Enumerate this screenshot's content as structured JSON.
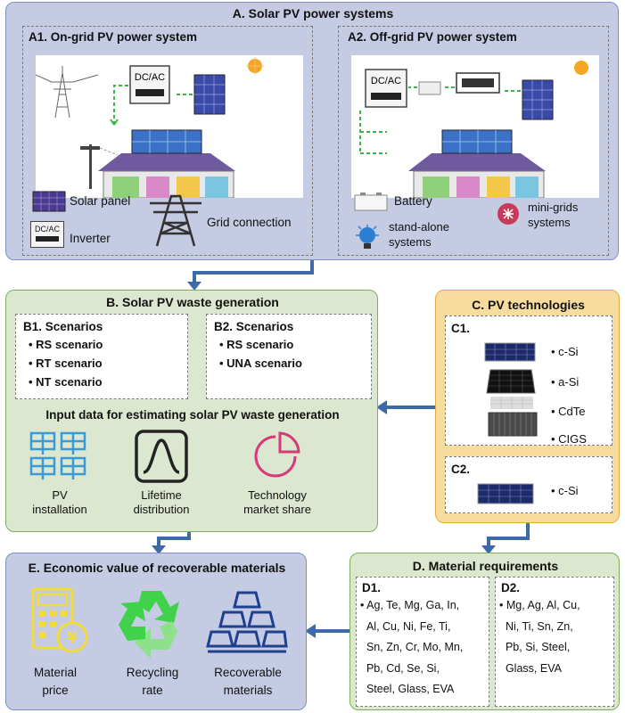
{
  "panel_a": {
    "title": "A. Solar PV power systems",
    "a1": {
      "title": "A1. On-grid PV power system",
      "dcac": "DC/AC",
      "legend": {
        "solar_panel": "Solar panel",
        "inverter": "Inverter",
        "inverter_icon_text": "DC/AC",
        "grid_connection": "Grid connection"
      }
    },
    "a2": {
      "title": "A2. Off-grid PV power system",
      "dcac": "DC/AC",
      "legend": {
        "battery": "Battery",
        "standalone_1": "stand-alone",
        "standalone_2": "systems",
        "minigrids_1": "mini-grids",
        "minigrids_2": "systems"
      }
    }
  },
  "panel_b": {
    "title": "B. Solar PV waste generation",
    "b1": {
      "title": "B1. Scenarios",
      "items": [
        "RS scenario",
        "RT scenario",
        "NT scenario"
      ]
    },
    "b2": {
      "title": "B2. Scenarios",
      "items": [
        "RS scenario",
        "UNA scenario"
      ]
    },
    "input_title": "Input data for estimating solar PV waste generation",
    "inputs": [
      {
        "line1": "PV",
        "line2": "installation",
        "icon": "grid-panels-icon"
      },
      {
        "line1": "Lifetime",
        "line2": "distribution",
        "icon": "bell-curve-icon"
      },
      {
        "line1": "Technology",
        "line2": "market share",
        "icon": "pie-chart-icon"
      }
    ]
  },
  "panel_c": {
    "title": "C. PV technologies",
    "c1": {
      "title": "C1.",
      "items": [
        "c-Si",
        "a-Si",
        "CdTe",
        "CIGS"
      ]
    },
    "c2": {
      "title": "C2.",
      "items": [
        "c-Si"
      ]
    }
  },
  "panel_d": {
    "title": "D. Material requirements",
    "d1": {
      "title": "D1.",
      "lines": [
        "Ag, Te, Mg, Ga, In,",
        "Al, Cu, Ni, Fe, Ti,",
        "Sn, Zn, Cr, Mo, Mn,",
        "Pb, Cd, Se, Si,",
        "Steel, Glass, EVA"
      ]
    },
    "d2": {
      "title": "D2.",
      "lines": [
        "Mg, Ag, Al, Cu,",
        "Ni, Ti, Sn, Zn,",
        "Pb, Si, Steel,",
        "Glass, EVA"
      ]
    }
  },
  "panel_e": {
    "title": "E. Economic value of recoverable materials",
    "items": [
      {
        "line1": "Material",
        "line2": "price",
        "icon": "calculator-yen-icon"
      },
      {
        "line1": "Recycling",
        "line2": "rate",
        "icon": "recycle-icon"
      },
      {
        "line1": "Recoverable",
        "line2": "materials",
        "icon": "ingots-icon"
      }
    ],
    "currency_symbol": "¥"
  },
  "colors": {
    "blue_panel": "#c5cbe3",
    "green_panel": "#dbe8cf",
    "orange_panel": "#f7dca0",
    "arrow": "#3d6aa8",
    "icon_blue": "#3a9ad9",
    "icon_pink": "#d63a7a",
    "icon_yellow": "#f2dc3a",
    "icon_green": "#4fc84a",
    "icon_navy": "#1f3f8f"
  }
}
